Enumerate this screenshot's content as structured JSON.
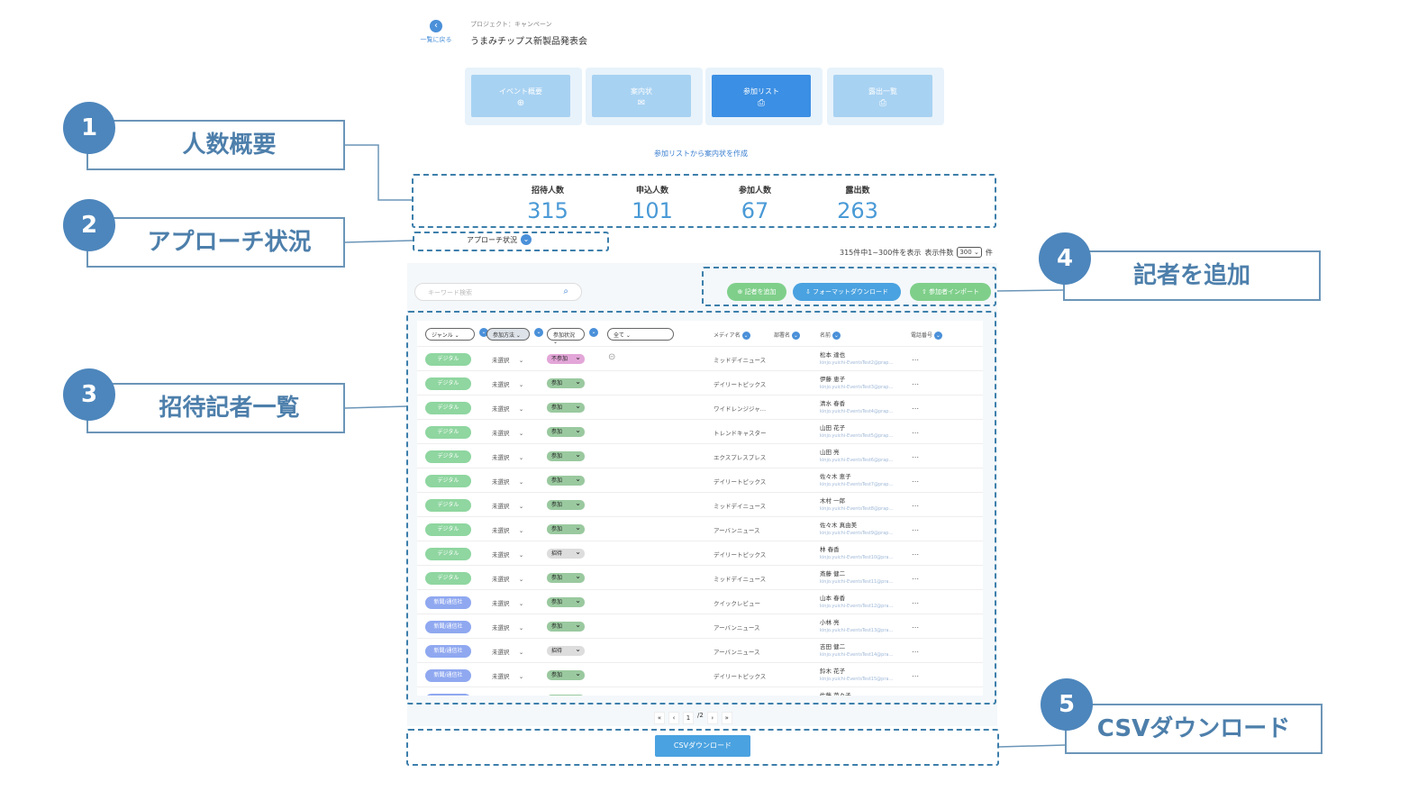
{
  "header": {
    "back_label": "一覧に戻る",
    "project_sub": "プロジェクト：キャンペーン",
    "project_title": "うまみチップス新製品発表会"
  },
  "tabs": [
    {
      "label": "イベント概要"
    },
    {
      "label": "案内状"
    },
    {
      "label": "参加リスト"
    },
    {
      "label": "露出一覧"
    }
  ],
  "create_link": "参加リストから案内状を作成",
  "counts": [
    {
      "label": "招待人数",
      "value": "315"
    },
    {
      "label": "申込人数",
      "value": "101"
    },
    {
      "label": "参加人数",
      "value": "67"
    },
    {
      "label": "露出数",
      "value": "263"
    }
  ],
  "approach_label": "アプローチ状況",
  "summary": {
    "range": "315件中1~300件を表示",
    "per_page_label": "表示件数",
    "per_page": "300",
    "unit": "件"
  },
  "search_placeholder": "キーワード検索",
  "buttons": {
    "add_reporter": "記者を追加",
    "format_download": "フォーマットダウンロード",
    "import": "参加者インポート",
    "csv": "CSVダウンロード"
  },
  "table_header": {
    "genre": "ジャンル",
    "method": "参加方法",
    "status": "参加状況",
    "all": "全て",
    "media": "メディア名",
    "dept": "部署名",
    "name": "名前",
    "phone": "電話番号"
  },
  "rows": [
    {
      "genre": "デジタル",
      "method": "未選択",
      "status": "不参加",
      "media": "ミッドデイニュース",
      "name": "松本 達也",
      "email": "kinjo.yuichi-EventsTest2@prap…"
    },
    {
      "genre": "デジタル",
      "method": "未選択",
      "status": "参加",
      "media": "デイリートピックス",
      "name": "伊藤 恵子",
      "email": "kinjo.yuichi-EventsTest3@prap…"
    },
    {
      "genre": "デジタル",
      "method": "未選択",
      "status": "参加",
      "media": "ワイドレンジジャ…",
      "name": "清水 春香",
      "email": "kinjo.yuichi-EventsTest4@prap…"
    },
    {
      "genre": "デジタル",
      "method": "未選択",
      "status": "参加",
      "media": "トレンドキャスター",
      "name": "山田 花子",
      "email": "kinjo.yuichi-EventsTest5@prap…"
    },
    {
      "genre": "デジタル",
      "method": "未選択",
      "status": "参加",
      "media": "エクスプレスプレス",
      "name": "山田 亮",
      "email": "kinjo.yuichi-EventsTest6@prap…"
    },
    {
      "genre": "デジタル",
      "method": "未選択",
      "status": "参加",
      "media": "デイリートピックス",
      "name": "佐々木 恵子",
      "email": "kinjo.yuichi-EventsTest7@prap…"
    },
    {
      "genre": "デジタル",
      "method": "未選択",
      "status": "参加",
      "media": "ミッドデイニュース",
      "name": "木村 一郎",
      "email": "kinjo.yuichi-EventsTest8@prap…"
    },
    {
      "genre": "デジタル",
      "method": "未選択",
      "status": "参加",
      "media": "アーバンニュース",
      "name": "佐々木 真由美",
      "email": "kinjo.yuichi-EventsTest9@prap…"
    },
    {
      "genre": "デジタル",
      "method": "未選択",
      "status": "招待",
      "media": "デイリートピックス",
      "name": "林 春香",
      "email": "kinjo.yuichi-EventsTest10@pra…"
    },
    {
      "genre": "デジタル",
      "method": "未選択",
      "status": "参加",
      "media": "ミッドデイニュース",
      "name": "斎藤 健二",
      "email": "kinjo.yuichi-EventsTest11@pra…"
    },
    {
      "genre": "新聞/通信社",
      "method": "未選択",
      "status": "参加",
      "media": "クイックレビュー",
      "name": "山本 春香",
      "email": "kinjo.yuichi-EventsTest12@pra…"
    },
    {
      "genre": "新聞/通信社",
      "method": "未選択",
      "status": "参加",
      "media": "アーバンニュース",
      "name": "小林 亮",
      "email": "kinjo.yuichi-EventsTest13@pra…"
    },
    {
      "genre": "新聞/通信社",
      "method": "未選択",
      "status": "招待",
      "media": "アーバンニュース",
      "name": "吉田 健二",
      "email": "kinjo.yuichi-EventsTest14@pra…"
    },
    {
      "genre": "新聞/通信社",
      "method": "未選択",
      "status": "参加",
      "media": "デイリートピックス",
      "name": "鈴木 花子",
      "email": "kinjo.yuichi-EventsTest15@pra…"
    },
    {
      "genre": "新聞/通信社",
      "method": "未選択",
      "status": "参加",
      "media": "",
      "name": "佐藤 菜々子",
      "email": ""
    }
  ],
  "pager": {
    "first": "«",
    "prev": "‹",
    "page": "1",
    "total": "/2",
    "next": "›",
    "last": "»"
  },
  "callouts": [
    {
      "num": "1",
      "label": "人数概要"
    },
    {
      "num": "2",
      "label": "アプローチ状況"
    },
    {
      "num": "3",
      "label": "招待記者一覧"
    },
    {
      "num": "4",
      "label": "記者を追加"
    },
    {
      "num": "5",
      "label": "CSVダウンロード"
    }
  ]
}
